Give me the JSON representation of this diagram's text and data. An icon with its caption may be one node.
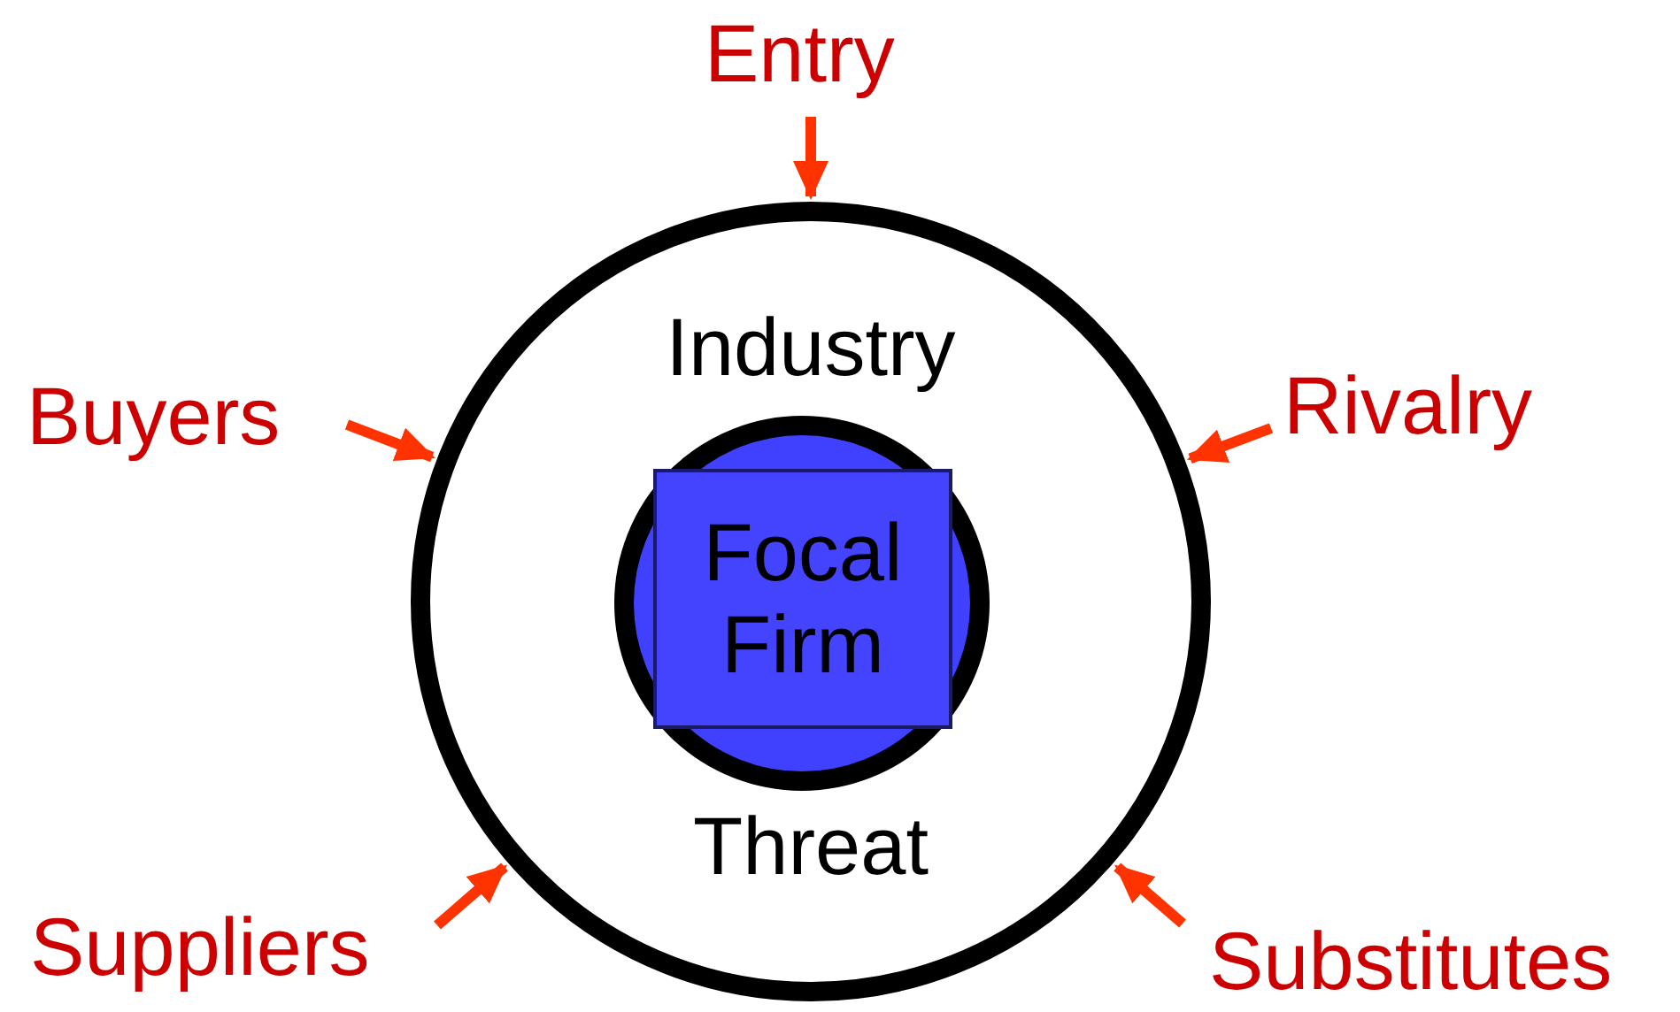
{
  "diagram": {
    "nodes": [
      {
        "text": [
          "Industry",
          "Threat"
        ]
      },
      {
        "text": [],
        "shape": "circle",
        "in": 0
      },
      {
        "text": [
          "Focal Firm"
        ],
        "in": 1
      },
      {
        "text": [
          "Entry"
        ]
      },
      {
        "text": [
          "Buyers"
        ]
      },
      {
        "text": [
          "Rivalry"
        ]
      },
      {
        "text": [
          "Suppliers"
        ]
      },
      {
        "text": [
          "Substitutes"
        ]
      }
    ],
    "edges": [
      {
        "from": 3,
        "to": 0,
        "arrow": "to",
        "color": "#ff3300"
      },
      {
        "from": 4,
        "to": 0,
        "arrow": "to",
        "color": "#ff3300"
      },
      {
        "from": 5,
        "to": 0,
        "arrow": "to",
        "color": "#ff3300"
      },
      {
        "from": 6,
        "to": 0,
        "arrow": "to",
        "color": "#ff3300"
      },
      {
        "from": 7,
        "to": 0,
        "arrow": "to",
        "color": "#ff3300"
      }
    ]
  }
}
